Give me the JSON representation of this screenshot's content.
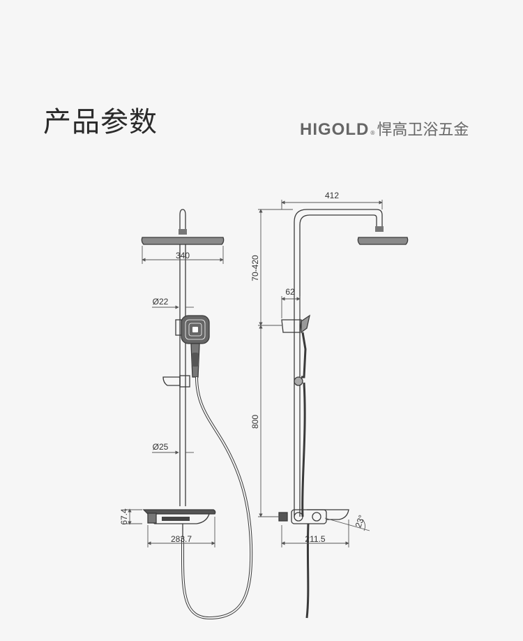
{
  "header": {
    "title": "产品参数",
    "brand_name": "HIGOLD",
    "brand_registered": "®",
    "brand_chinese": "悍高卫浴五金"
  },
  "front_view": {
    "dim_head_width": "340",
    "dim_upper_pipe": "Ø22",
    "dim_lower_pipe": "Ø25",
    "dim_shelf_height": "67.4",
    "dim_shelf_width": "283.7"
  },
  "side_view": {
    "dim_arm_length": "412",
    "dim_slide_range": "70-420",
    "dim_holder_offset": "62",
    "dim_lower_length": "800",
    "dim_shelf_depth": "211.5",
    "dim_angle": "23°"
  },
  "colors": {
    "background": "#f6f6f6",
    "line": "#3a3a3a",
    "dimension_line": "#555555",
    "brand": "#666666"
  }
}
